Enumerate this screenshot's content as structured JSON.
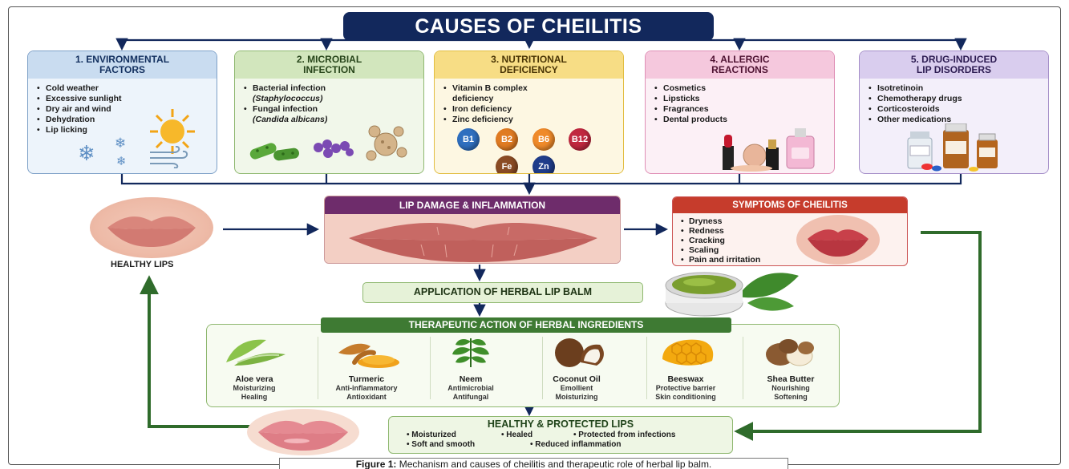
{
  "title": "CAUSES OF CHEILITIS",
  "causes": [
    {
      "title": "1. ENVIRONMENTAL\nFACTORS",
      "items": [
        "Cold weather",
        "Excessive sunlight",
        "Dry air and wind",
        "Dehydration",
        "Lip licking"
      ]
    },
    {
      "title": "2. MICROBIAL\nINFECTION",
      "items": [
        "Bacterial infection",
        "(Staphylococcus)",
        "Fungal infection",
        "(Candida albicans)"
      ]
    },
    {
      "title": "3. NUTRITIONAL\nDEFICIENCY",
      "items": [
        "Vitamin B complex",
        "deficiency",
        "Iron deficiency",
        "Zinc deficiency"
      ],
      "badges": [
        "B1",
        "B2",
        "B6",
        "B12",
        "Fe",
        "Zn"
      ]
    },
    {
      "title": "4. ALLERGIC\nREACTIONS",
      "items": [
        "Cosmetics",
        "Lipsticks",
        "Fragrances",
        "Dental products"
      ]
    },
    {
      "title": "5. DRUG-INDUCED\nLIP DISORDERS",
      "items": [
        "Isotretinoin",
        "Chemotherapy drugs",
        "Corticosteroids",
        "Other medications"
      ]
    }
  ],
  "healthy_lips_label": "HEALTHY LIPS",
  "damage_title": "LIP DAMAGE & INFLAMMATION",
  "symptoms": {
    "title": "SYMPTOMS OF CHEILITIS",
    "items": [
      "Dryness",
      "Redness",
      "Cracking",
      "Scaling",
      "Pain and irritation"
    ]
  },
  "application": "APPLICATION OF HERBAL LIP BALM",
  "therapeutic": {
    "title": "THERAPEUTIC ACTION OF HERBAL INGREDIENTS",
    "ingredients": [
      {
        "name": "Aloe vera",
        "d1": "Moisturizing",
        "d2": "Healing"
      },
      {
        "name": "Turmeric",
        "d1": "Anti-inflammatory",
        "d2": "Antioxidant"
      },
      {
        "name": "Neem",
        "d1": "Antimicrobial",
        "d2": "Antifungal"
      },
      {
        "name": "Coconut Oil",
        "d1": "Emollient",
        "d2": "Moisturizing"
      },
      {
        "name": "Beeswax",
        "d1": "Protective barrier",
        "d2": "Skin conditioning"
      },
      {
        "name": "Shea Butter",
        "d1": "Nourishing",
        "d2": "Softening"
      }
    ]
  },
  "protected": {
    "title": "HEALTHY & PROTECTED LIPS",
    "items": [
      "Moisturized",
      "Healed",
      "Protected from infections",
      "Soft and smooth",
      "Reduced inflammation"
    ]
  },
  "caption": {
    "label": "Figure 1:",
    "text": " Mechanism and causes of cheilitis and therapeutic role of herbal lip balm."
  },
  "colors": {
    "navy": "#12285c",
    "green": "#3e7a33",
    "purple": "#6e2c6b",
    "red": "#c63c2c"
  }
}
